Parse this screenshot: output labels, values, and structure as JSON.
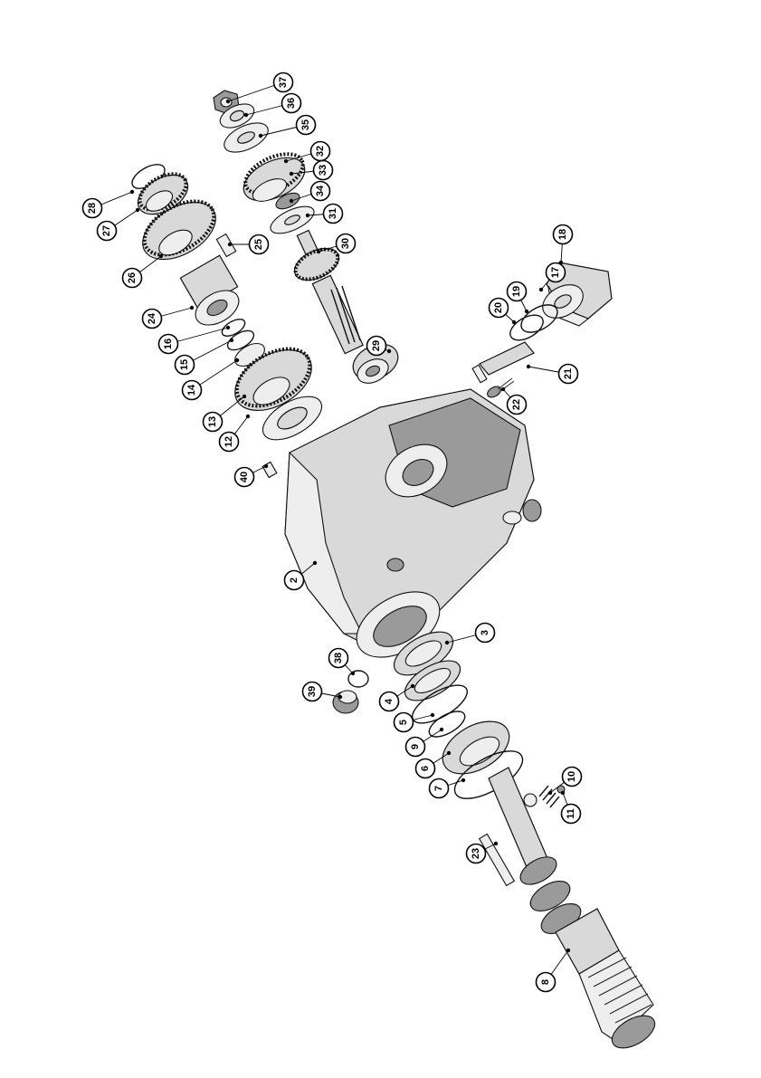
{
  "callouts": [
    {
      "id": "37",
      "label": "37"
    },
    {
      "id": "36",
      "label": "36"
    },
    {
      "id": "35",
      "label": "35"
    },
    {
      "id": "32",
      "label": "32"
    },
    {
      "id": "33",
      "label": "33"
    },
    {
      "id": "34",
      "label": "34"
    },
    {
      "id": "31",
      "label": "31"
    },
    {
      "id": "30",
      "label": "30"
    },
    {
      "id": "29",
      "label": "29"
    },
    {
      "id": "28",
      "label": "28"
    },
    {
      "id": "27",
      "label": "27"
    },
    {
      "id": "26",
      "label": "26"
    },
    {
      "id": "25",
      "label": "25"
    },
    {
      "id": "24",
      "label": "24"
    },
    {
      "id": "16",
      "label": "16"
    },
    {
      "id": "15",
      "label": "15"
    },
    {
      "id": "14",
      "label": "14"
    },
    {
      "id": "13",
      "label": "13"
    },
    {
      "id": "12",
      "label": "12"
    },
    {
      "id": "18",
      "label": "18"
    },
    {
      "id": "17",
      "label": "17"
    },
    {
      "id": "19",
      "label": "19"
    },
    {
      "id": "20",
      "label": "20"
    },
    {
      "id": "21",
      "label": "21"
    },
    {
      "id": "22",
      "label": "22"
    },
    {
      "id": "40",
      "label": "40"
    },
    {
      "id": "2",
      "label": "2"
    },
    {
      "id": "3",
      "label": "3"
    },
    {
      "id": "38",
      "label": "38"
    },
    {
      "id": "39",
      "label": "39"
    },
    {
      "id": "4",
      "label": "4"
    },
    {
      "id": "5",
      "label": "5"
    },
    {
      "id": "9",
      "label": "9"
    },
    {
      "id": "6",
      "label": "6"
    },
    {
      "id": "7",
      "label": "7"
    },
    {
      "id": "10",
      "label": "10"
    },
    {
      "id": "11",
      "label": "11"
    },
    {
      "id": "23",
      "label": "23"
    },
    {
      "id": "8",
      "label": "8"
    }
  ]
}
